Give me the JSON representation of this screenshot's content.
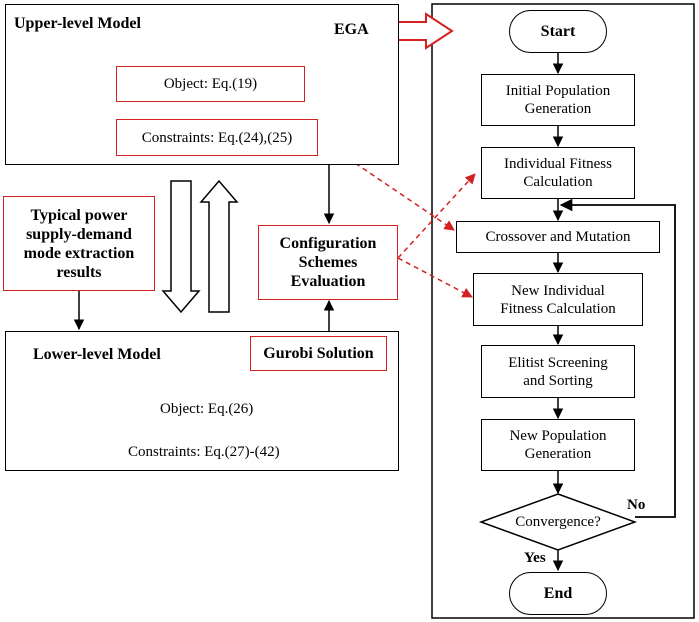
{
  "upper_model": {
    "title": "Upper-level Model",
    "ega_label": "EGA",
    "object": "Object: Eq.(19)",
    "constraints": "Constraints: Eq.(24),(25)"
  },
  "typical_results": {
    "line1": "Typical power",
    "line2": "supply-demand",
    "line3": "mode extraction",
    "line4": "results"
  },
  "config_eval": {
    "line1": "Configuration",
    "line2": "Schemes",
    "line3": "Evaluation"
  },
  "lower_model": {
    "title": "Lower-level Model",
    "gurobi": "Gurobi Solution",
    "object": "Object: Eq.(26)",
    "constraints": "Constraints: Eq.(27)-(42)"
  },
  "flowchart": {
    "start": "Start",
    "initial_pop": {
      "line1": "Initial Population",
      "line2": "Generation"
    },
    "fitness": {
      "line1": "Individual Fitness",
      "line2": "Calculation"
    },
    "crossover": "Crossover and Mutation",
    "new_fitness": {
      "line1": "New Individual",
      "line2": "Fitness Calculation"
    },
    "elitist": {
      "line1": "Elitist Screening",
      "line2": "and Sorting"
    },
    "new_pop": {
      "line1": "New Population",
      "line2": "Generation"
    },
    "convergence": "Convergence?",
    "no_label": "No",
    "yes_label": "Yes",
    "end": "End"
  },
  "colors": {
    "accent_red": "#d42020",
    "line": "#000000"
  }
}
